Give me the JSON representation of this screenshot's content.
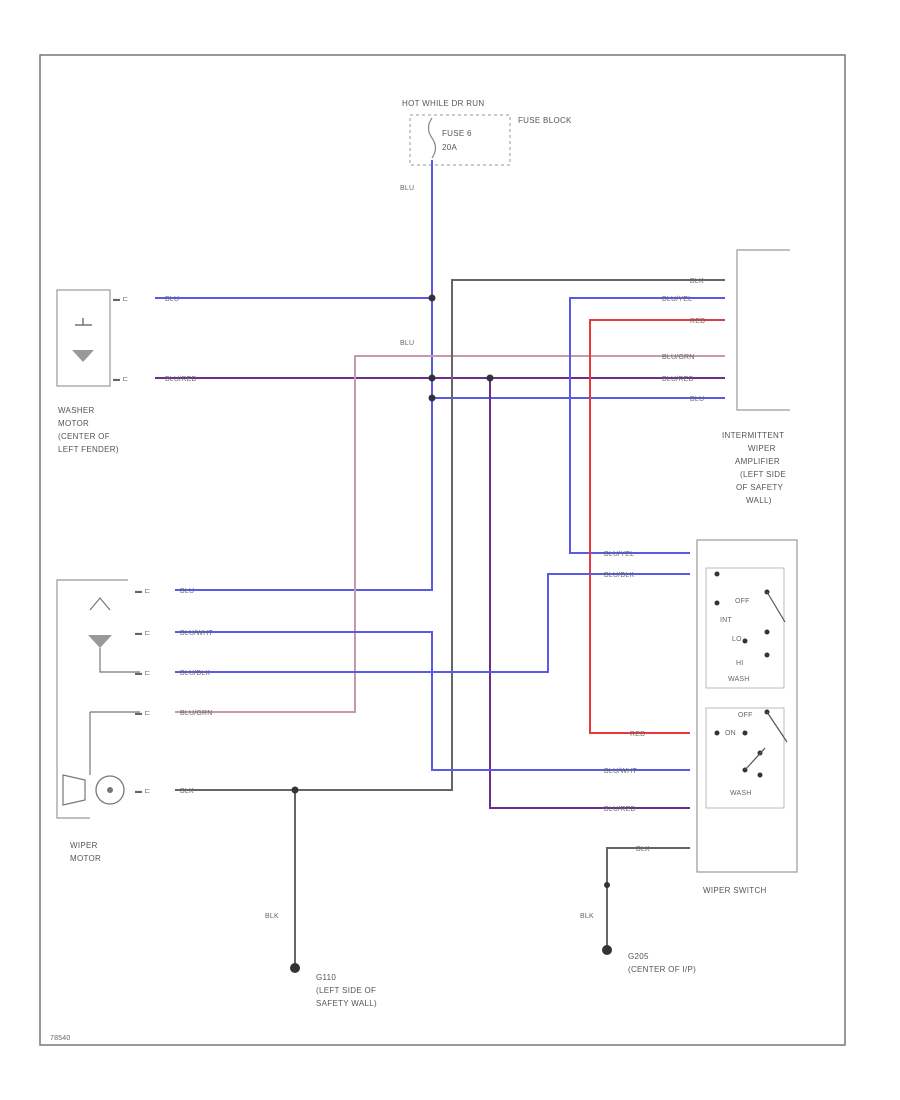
{
  "colors": {
    "blue_wire": "#5a5ae8",
    "red_wire": "#e83a3a",
    "purple_wire": "#6a2f8e",
    "pink_wire": "#c79aa9",
    "black_wire": "#666666"
  },
  "fuse": {
    "source": "HOT WHILE DR RUN",
    "fuse_label": "FUSE 6",
    "fuse_rating": "20A",
    "block_label": "FUSE BLOCK"
  },
  "washer_motor": {
    "label_lines": [
      "WASHER",
      "MOTOR",
      "(CENTER OF",
      "LEFT FENDER)"
    ],
    "pins": [
      "BLU",
      "BLU/RED"
    ]
  },
  "amplifier": {
    "label_lines": [
      "INTERMITTENT",
      "WIPER",
      "AMPLIFIER",
      "(LEFT SIDE",
      "OF SAFETY",
      "WALL)"
    ],
    "pins": [
      "BLK",
      "BLU/YEL",
      "RED",
      "BLU/GRN",
      "BLU/RED",
      "BLU"
    ]
  },
  "wiper_motor": {
    "label_lines": [
      "WIPER",
      "MOTOR"
    ],
    "pins": [
      "BLU",
      "BLU/WHT",
      "BLU/BLK",
      "BLU/GRN",
      "BLK"
    ]
  },
  "wiper_switch": {
    "label": "WIPER SWITCH",
    "pins": [
      "BLU/YEL",
      "BLU/BLK",
      "RED",
      "BLU/WHT",
      "BLU/RED",
      "BLK"
    ],
    "positions_top": [
      "OFF",
      "INT",
      "LO",
      "HI",
      "WASH"
    ],
    "positions_bottom": [
      "OFF",
      "ON",
      "WASH"
    ]
  },
  "wire_labels": {
    "blu_feed_top": "BLU",
    "blu_feed_mid": "BLU",
    "blk_ground_left": "BLK",
    "blk_ground_right": "BLK"
  },
  "grounds": {
    "g_left": [
      "G110",
      "(LEFT SIDE OF",
      "SAFETY WALL)"
    ],
    "g_right": [
      "G205",
      "(CENTER OF I/P)"
    ]
  },
  "footer_code": "78540"
}
